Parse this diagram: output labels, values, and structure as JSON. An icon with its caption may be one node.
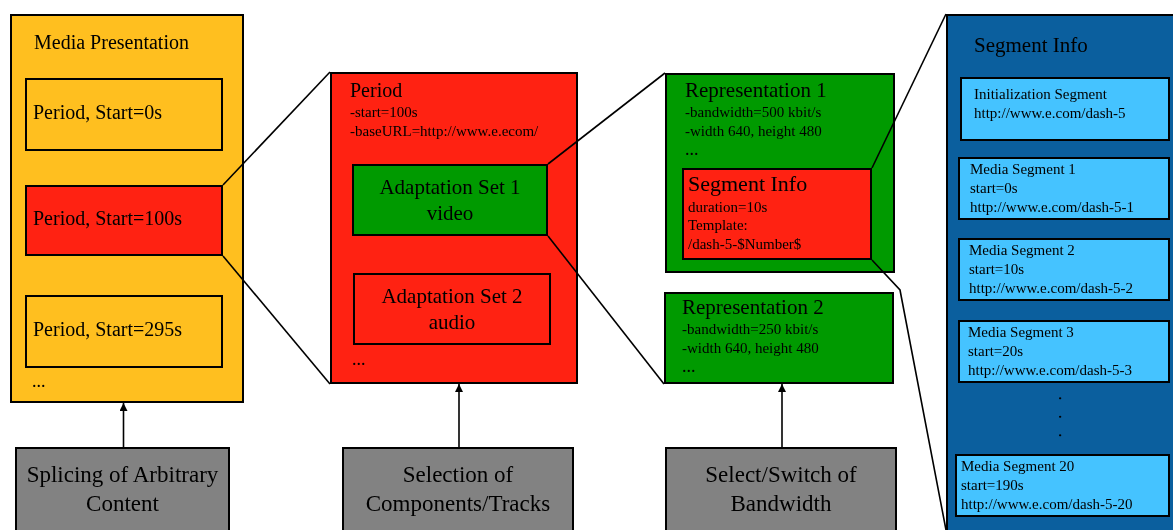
{
  "diagram": {
    "nodes": [
      {
        "text": [
          "Media Presentation",
          "..."
        ]
      },
      {
        "text": [
          "Period, Start=0s"
        ],
        "in": 0
      },
      {
        "text": [
          "Period, Start=100s"
        ],
        "in": 0
      },
      {
        "text": [
          "Period, Start=295s"
        ],
        "in": 0
      },
      {
        "text": [
          "Period",
          "-start=100s",
          "-baseURL=http://www.e.ecom/",
          "..."
        ]
      },
      {
        "text": [
          "Adaptation Set 1 video"
        ],
        "in": 4
      },
      {
        "text": [
          "Adaptation Set 2 audio"
        ],
        "in": 4
      },
      {
        "text": [
          "Representation 1",
          "-bandwidth=500 kbit/s",
          "-width 640, height 480",
          "..."
        ]
      },
      {
        "text": [
          "Segment Info",
          "duration=10s",
          "Template:",
          "/dash-5-$Number$"
        ],
        "in": 7
      },
      {
        "text": [
          "Representation 2",
          "-bandwidth=250 kbit/s",
          "-width 640, height 480",
          "..."
        ]
      },
      {
        "text": [
          "Segment Info",
          "..."
        ]
      },
      {
        "text": [
          "Initialization Segment",
          "http://www.e.com/dash-5"
        ],
        "in": 10
      },
      {
        "text": [
          "Media Segment 1",
          "start=0s",
          "http://www.e.com/dash-5-1"
        ],
        "in": 10
      },
      {
        "text": [
          "Media Segment 2",
          "start=10s",
          "http://www.e.com/dash-5-2"
        ],
        "in": 10
      },
      {
        "text": [
          "Media Segment 3",
          "start=20s",
          "http://www.e.com/dash-5-3"
        ],
        "in": 10
      },
      {
        "text": [
          "Media Segment 20",
          "start=190s",
          "http://www.e.com/dash-5-20"
        ],
        "in": 10
      },
      {
        "text": [
          "Splicing of Arbitrary Content"
        ]
      },
      {
        "text": [
          "Selection of Components/Tracks"
        ]
      },
      {
        "text": [
          "Select/Switch of Bandwidth"
        ]
      }
    ],
    "edges": [
      {
        "from": 2,
        "to": 4,
        "arrow": "none"
      },
      {
        "from": 2,
        "to": 4,
        "arrow": "none"
      },
      {
        "from": 5,
        "to": 7,
        "arrow": "none"
      },
      {
        "from": 5,
        "to": 9,
        "arrow": "none"
      },
      {
        "from": 8,
        "to": 10,
        "arrow": "none"
      },
      {
        "from": 8,
        "to": 10,
        "arrow": "none"
      },
      {
        "from": 16,
        "to": 0,
        "arrow": "to"
      },
      {
        "from": 17,
        "to": 4,
        "arrow": "to"
      },
      {
        "from": 18,
        "to": 9,
        "arrow": "to"
      }
    ]
  }
}
